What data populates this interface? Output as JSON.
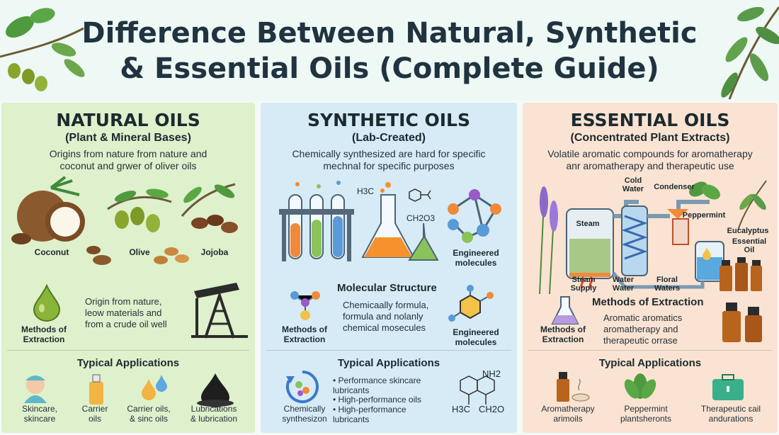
{
  "title": {
    "line1": "Difference Between Natural, Synthetic",
    "line2": "& Essential Oils (Complete Guide)"
  },
  "natural": {
    "title": "NATURAL OILS",
    "subtitle": "(Plant & Mineral Bases)",
    "desc": "Origins from nature from nature and\ncoconut and grwer of oliver oils",
    "coconut": "Coconut",
    "olive": "Olive",
    "jojoba": "Jojoba",
    "methods": "Methods of\nExtraction",
    "origin": "Origin from nature,\nleow materials and\nfrom a crude oil well",
    "apps_title": "Typical Applications",
    "apps": [
      "Skincare,\nskincare",
      "Carrier\noils",
      "Carrier oils,\n& sinc oils",
      "Lubrications\n& lubrication"
    ]
  },
  "synthetic": {
    "title": "SYNTHETIC OILS",
    "subtitle": "(Lab-Created)",
    "desc": "Chemically synthesized are hard for specific\nmechnal for specific purposes",
    "h3c": "H3C",
    "ch2o3": "CH2O3",
    "engineered1": "Engineered\nmolecules",
    "mol_title": "Molecular Structure",
    "mol_text": "Chemicaally formula,\nformula and nolanly\nchemical mosecules",
    "methods": "Methods of\nExtraction",
    "engineered2": "Engineered\nmolecules",
    "apps_title": "Typical Applications",
    "chem": "Chemically\nsynthesizon",
    "bullets": [
      "Performance skincare\nlubricants",
      "High-performance oils",
      "High-performance\nlubricants"
    ],
    "nh2": "NH2",
    "h3c2": "H3C",
    "ch2o": "CH2O"
  },
  "essential": {
    "title": "ESSENTIAL OILS",
    "subtitle": "(Concentrated Plant Extracts)",
    "desc": "Volatile aromatic compounds for aromatherapy\nanr aromatherapy and therapeutic use",
    "cold_water": "Cold\nWater",
    "condenser": "Condenser",
    "steam": "Steam",
    "peppermint": "Peppermint",
    "eucalyptus": "Eucalyptus",
    "essential_oil": "Essential\nOil",
    "steam_supply": "Steam\nSupply",
    "water_water": "Water\nWater",
    "floral_waters": "Floral\nWaters",
    "methods_title": "Methods of Extraction",
    "methods": "Methods of\nExtraction",
    "aroma_text": "Aromatic aromatics\naromatherapy and\ntherapeutic orrase",
    "apps_title": "Typical Applications",
    "apps": [
      "Aromatherapy\narimoils",
      "Peppermint\nplantsheronts",
      "Therapeutic ɛail\nandurations"
    ]
  },
  "colors": {
    "natural_bg": "#dff0cc",
    "synthetic_bg": "#d6ebf6",
    "essential_bg": "#fae3d2",
    "title": "#1f3340"
  }
}
